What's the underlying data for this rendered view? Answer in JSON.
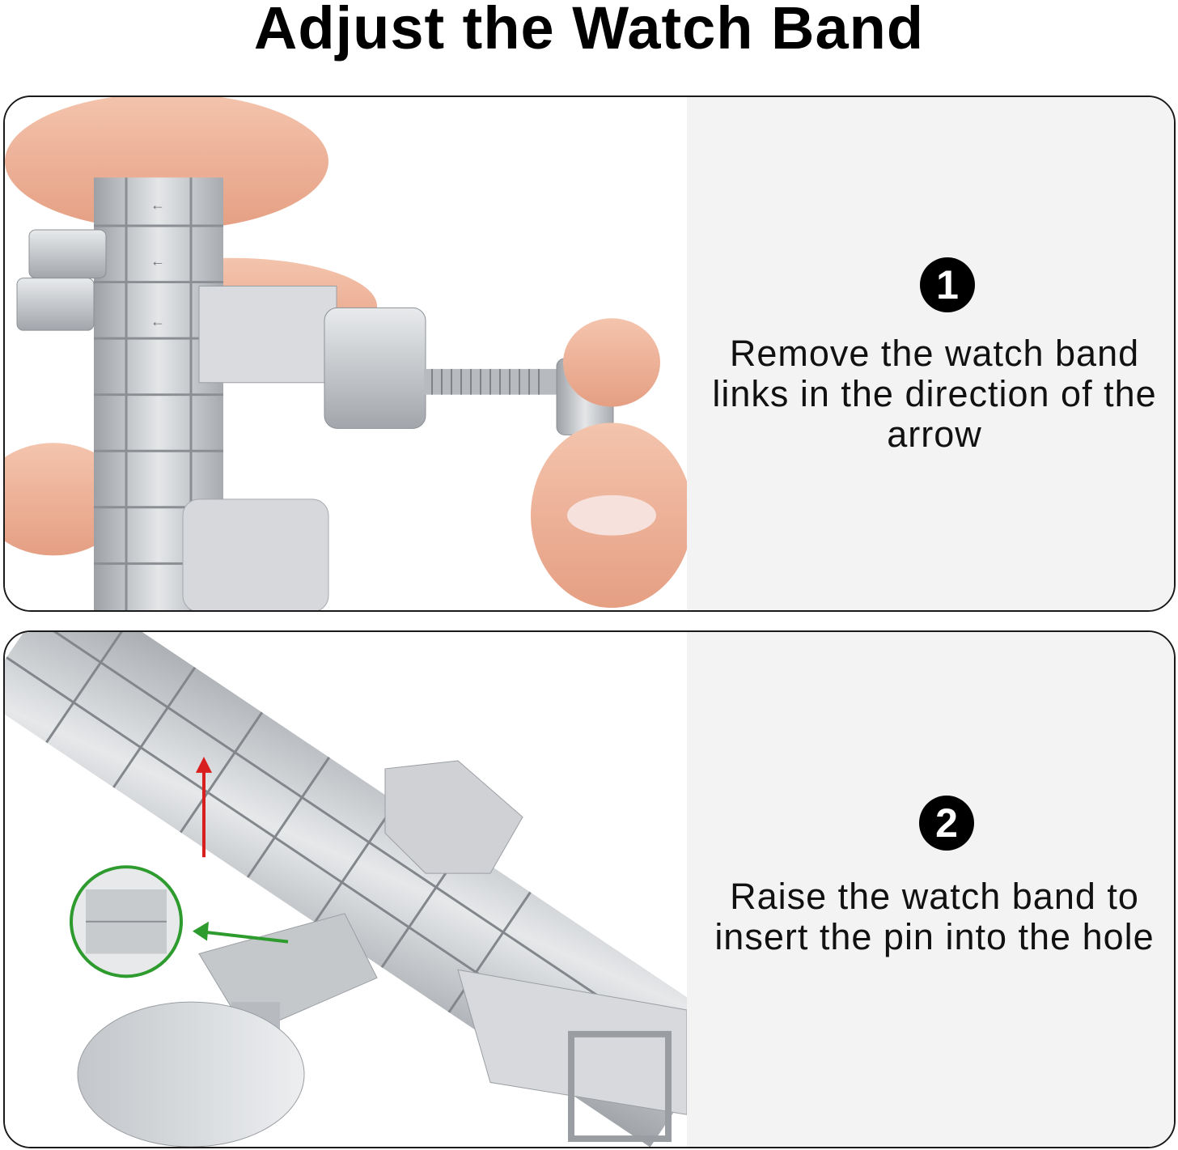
{
  "title": "Adjust the Watch Band",
  "steps": [
    {
      "number": "1",
      "text": "Remove the watch band links in the direction of the arrow",
      "image_icon": "watch-band-link-removal-photo"
    },
    {
      "number": "2",
      "text": "Raise the watch band to insert the pin into the hole",
      "image_icon": "watch-band-pin-insertion-photo"
    }
  ],
  "colors": {
    "text_panel_bg": "#f3f3f3",
    "border": "#1a1a1a",
    "red_arrow": "#d81e1e",
    "green_arrow": "#2e9b2e",
    "metal": "#c9cbce",
    "skin": "#f0b39a"
  }
}
